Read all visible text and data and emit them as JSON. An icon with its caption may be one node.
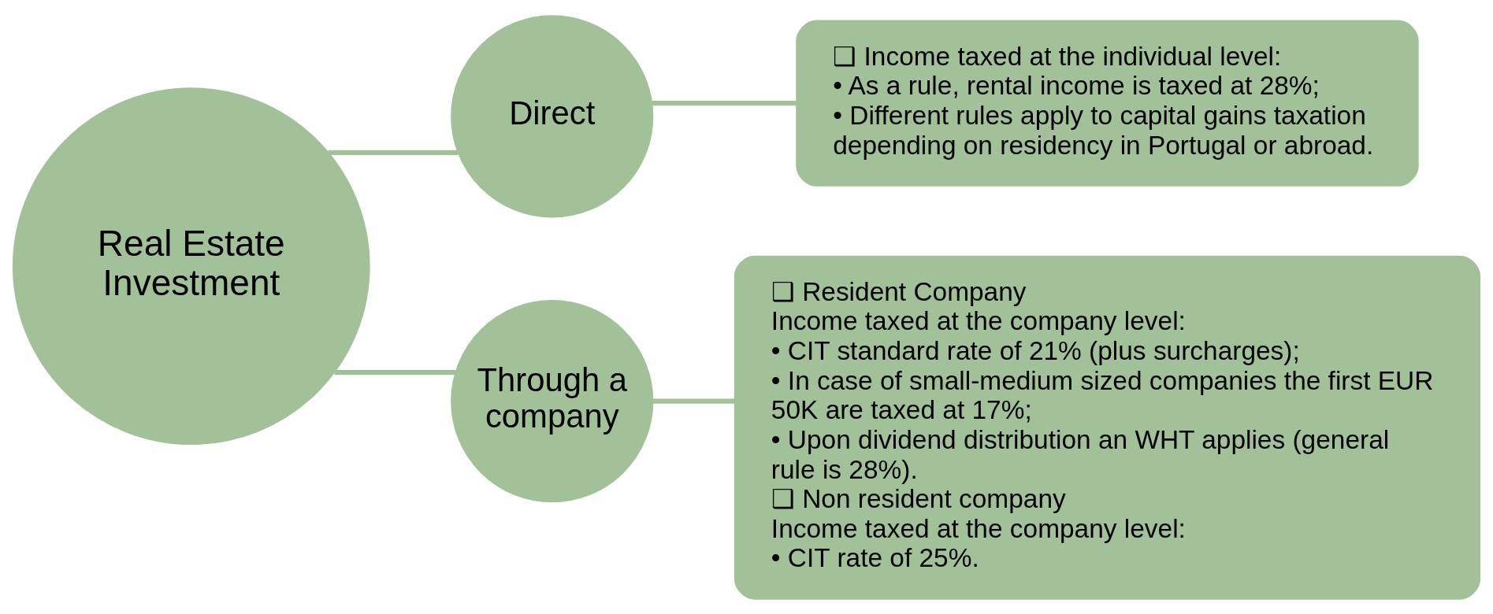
{
  "diagram": {
    "nodes": [
      {
        "text": [
          "Real Estate Investment"
        ]
      },
      {
        "text": [
          "Direct"
        ]
      },
      {
        "text": [
          "❑ Income taxed at the individual level:",
          "• As a rule, rental income is taxed at 28%;",
          "• Different rules apply to capital gains taxation depending on residency in Portugal or abroad."
        ]
      },
      {
        "text": [
          "Through a company"
        ]
      },
      {
        "text": [
          "❑ Resident Company",
          "Income taxed at the company level:",
          "• CIT standard rate of 21% (plus surcharges);",
          "• In case of small-medium sized companies the first EUR 50K are taxed at 17%;",
          "• Upon dividend distribution an WHT applies (general rule is 28%).",
          "❑ Non resident company",
          "Income taxed at the company level:",
          "• CIT rate of 25%."
        ]
      }
    ],
    "edges": [
      {
        "from": 0,
        "to": 1,
        "arrow": "none"
      },
      {
        "from": 1,
        "to": 2,
        "arrow": "none"
      },
      {
        "from": 0,
        "to": 3,
        "arrow": "none"
      },
      {
        "from": 3,
        "to": 4,
        "arrow": "none"
      }
    ]
  }
}
